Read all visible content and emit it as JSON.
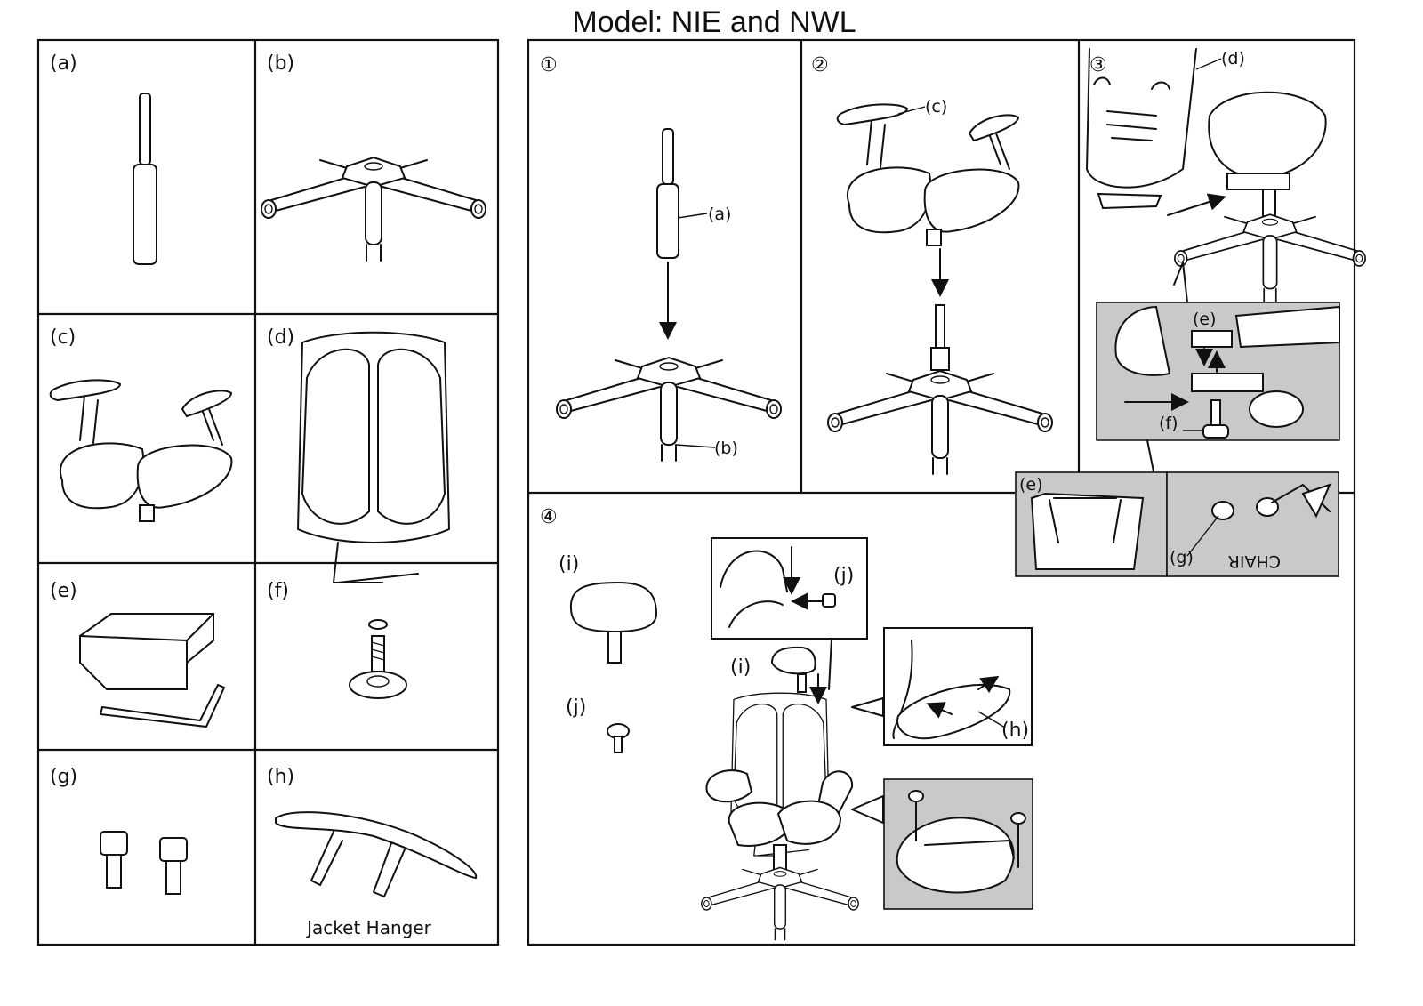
{
  "title": "Model: NIE and NWL",
  "parts": [
    {
      "label": "(a)"
    },
    {
      "label": "(b)"
    },
    {
      "label": "(c)"
    },
    {
      "label": "(d)"
    },
    {
      "label": "(e)"
    },
    {
      "label": "(f)"
    },
    {
      "label": "(g)"
    },
    {
      "label": "(h)",
      "caption": "Jacket Hanger"
    }
  ],
  "steps": [
    {
      "number": "①",
      "callouts": [
        "(a)",
        "(b)"
      ]
    },
    {
      "number": "②",
      "callouts": [
        "(c)"
      ]
    },
    {
      "number": "③",
      "callouts": [
        "(d)",
        "(e)",
        "(f)",
        "(e)",
        "(g)"
      ]
    },
    {
      "number": "④",
      "callouts": [
        "(i)",
        "(j)",
        "(j)",
        "(i)",
        "(h)"
      ]
    }
  ],
  "detail_text": "CHAIR"
}
